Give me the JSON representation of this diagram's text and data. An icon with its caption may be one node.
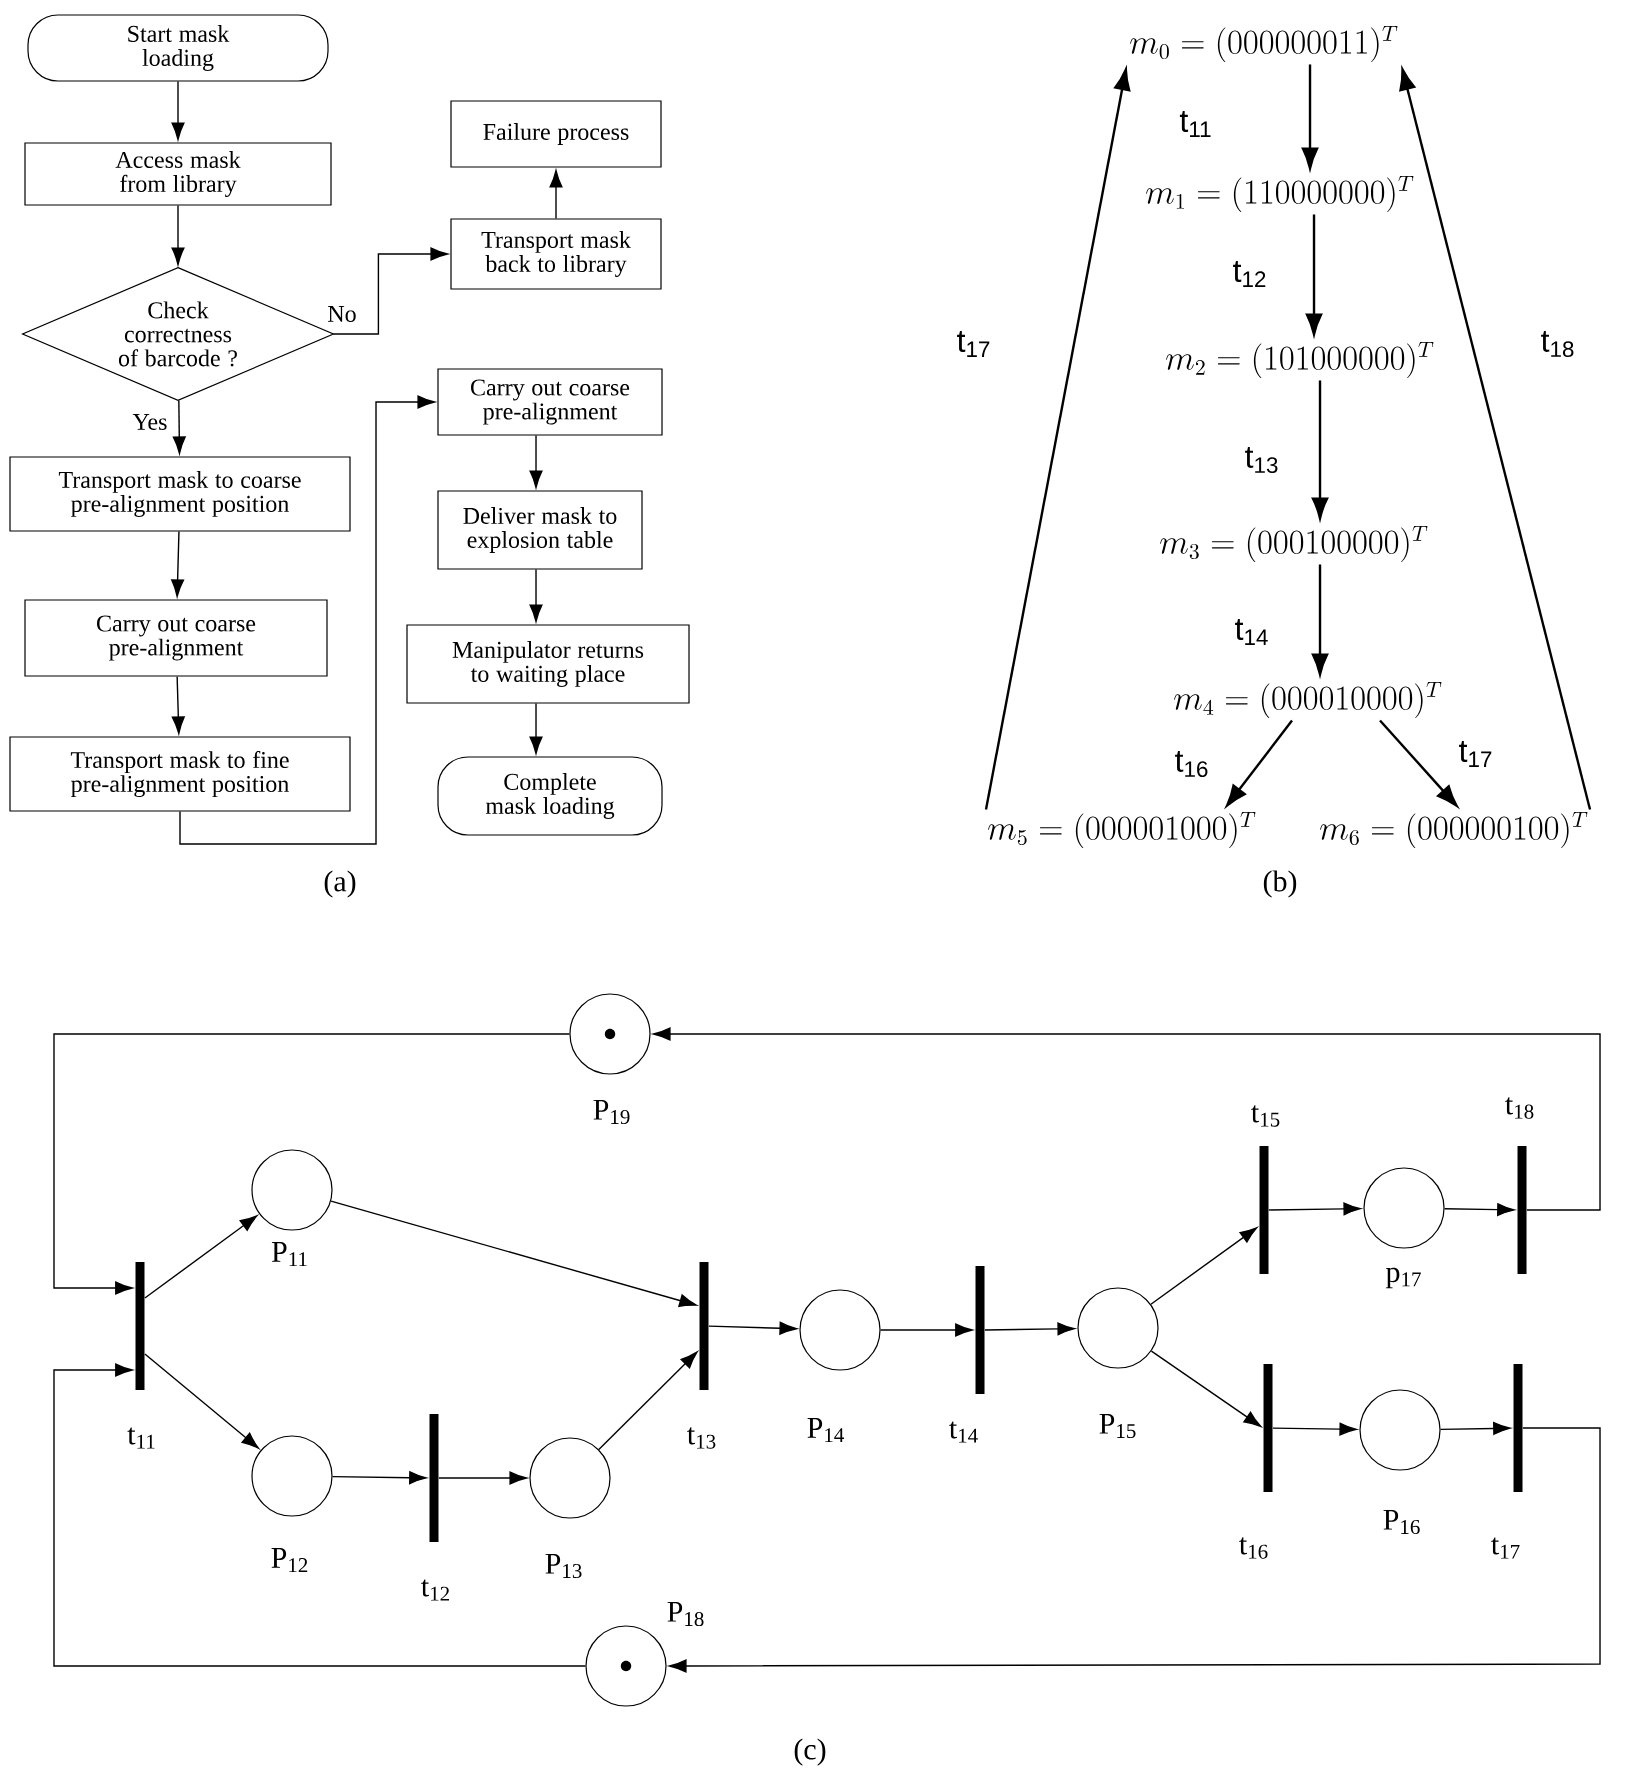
{
  "diagram": {
    "nodes": [
      {
        "text": [
          "Start mask loading"
        ]
      },
      {
        "text": [
          "Access mask from library"
        ]
      },
      {
        "text": [
          "Check correctness of barcode ?"
        ]
      },
      {
        "text": [
          "Failure process"
        ]
      },
      {
        "text": [
          "Transport mask back to library"
        ]
      },
      {
        "text": [
          "Transport mask to coarse pre-alignment position"
        ]
      },
      {
        "text": [
          "Carry out coarse pre-alignment"
        ]
      },
      {
        "text": [
          "Transport mask to fine pre-alignment position"
        ]
      },
      {
        "text": [
          "Carry out coarse pre-alignment"
        ]
      },
      {
        "text": [
          "Deliver mask to explosion table"
        ]
      },
      {
        "text": [
          "Manipulator returns to waiting place"
        ]
      },
      {
        "text": [
          "Complete mask loading"
        ]
      },
      {
        "text": [
          "m_{0} = (000000011)^{T}"
        ]
      },
      {
        "text": [
          "m_{1} = (110000000)^{T}"
        ]
      },
      {
        "text": [
          "m_{2} = (101000000)^{T}"
        ]
      },
      {
        "text": [
          "m_{3} = (000100000)^{T}"
        ]
      },
      {
        "text": [
          "m_{4} = (000010000)^{T}"
        ]
      },
      {
        "text": [
          "m_{5} = (000001000)^{T}"
        ]
      },
      {
        "text": [
          "m_{6} = (000000100)^{T}"
        ]
      },
      {
        "text": [],
        "shape": "circle",
        "beside": [
          "P$_{19}$"
        ]
      },
      {
        "text": [],
        "shape": "bar",
        "beside": [
          "t$_{11}$"
        ]
      },
      {
        "text": [],
        "shape": "circle",
        "beside": [
          "P$_{11}$"
        ]
      },
      {
        "text": [],
        "shape": "circle",
        "beside": [
          "P$_{12}$"
        ]
      },
      {
        "text": [],
        "shape": "bar",
        "beside": [
          "t$_{12}$"
        ]
      },
      {
        "text": [],
        "shape": "circle",
        "beside": [
          "P$_{13}$"
        ]
      },
      {
        "text": [],
        "shape": "bar",
        "beside": [
          "t$_{13}$"
        ]
      },
      {
        "text": [],
        "shape": "circle",
        "beside": [
          "P$_{14}$"
        ]
      },
      {
        "text": [],
        "shape": "bar",
        "beside": [
          "t$_{14}$"
        ]
      },
      {
        "text": [],
        "shape": "circle",
        "beside": [
          "P$_{15}$"
        ]
      },
      {
        "text": [],
        "shape": "bar",
        "beside": [
          "t$_{15}$"
        ]
      },
      {
        "text": [],
        "shape": "circle",
        "beside": [
          "p$_{17}$"
        ]
      },
      {
        "text": [],
        "shape": "bar",
        "beside": [
          "t$_{18}$"
        ]
      },
      {
        "text": [],
        "shape": "bar",
        "beside": [
          "t$_{16}$"
        ]
      },
      {
        "text": [],
        "shape": "circle",
        "beside": [
          "P$_{16}$"
        ]
      },
      {
        "text": [],
        "shape": "bar",
        "beside": [
          "t$_{17}$"
        ]
      },
      {
        "text": [],
        "shape": "circle",
        "beside": [
          "P$_{18}$"
        ]
      }
    ],
    "edges": [
      {
        "from": 0,
        "to": 1,
        "arrow": "to"
      },
      {
        "from": 1,
        "to": 2,
        "arrow": "to"
      },
      {
        "from": 2,
        "to": 4,
        "arrow": "to",
        "label": "No"
      },
      {
        "from": 4,
        "to": 3,
        "arrow": "to"
      },
      {
        "from": 2,
        "to": 5,
        "arrow": "to",
        "label": "Yes"
      },
      {
        "from": 5,
        "to": 6,
        "arrow": "to"
      },
      {
        "from": 6,
        "to": 7,
        "arrow": "to"
      },
      {
        "from": 7,
        "to": 8,
        "arrow": "to"
      },
      {
        "from": 8,
        "to": 9,
        "arrow": "to"
      },
      {
        "from": 9,
        "to": 10,
        "arrow": "to"
      },
      {
        "from": 10,
        "to": 11,
        "arrow": "to"
      },
      {
        "from": 12,
        "to": 13,
        "arrow": "to",
        "label": "t$_{11}$"
      },
      {
        "from": 13,
        "to": 14,
        "arrow": "to",
        "label": "t$_{12}$"
      },
      {
        "from": 14,
        "to": 15,
        "arrow": "to",
        "label": "t$_{13}$"
      },
      {
        "from": 15,
        "to": 16,
        "arrow": "to",
        "label": "t$_{14}$"
      },
      {
        "from": 16,
        "to": 17,
        "arrow": "to",
        "label": "t$_{16}$"
      },
      {
        "from": 16,
        "to": 18,
        "arrow": "to",
        "label": "t$_{17}$"
      },
      {
        "from": 17,
        "to": 12,
        "arrow": "to",
        "label": "t$_{17}$"
      },
      {
        "from": 18,
        "to": 12,
        "arrow": "to",
        "label": "t$_{18}$"
      },
      {
        "from": 20,
        "to": 21,
        "arrow": "to"
      },
      {
        "from": 20,
        "to": 22,
        "arrow": "to"
      },
      {
        "from": 21,
        "to": 25,
        "arrow": "to"
      },
      {
        "from": 22,
        "to": 23,
        "arrow": "to"
      },
      {
        "from": 23,
        "to": 24,
        "arrow": "to"
      },
      {
        "from": 24,
        "to": 25,
        "arrow": "to"
      },
      {
        "from": 25,
        "to": 26,
        "arrow": "to"
      },
      {
        "from": 26,
        "to": 27,
        "arrow": "to"
      },
      {
        "from": 27,
        "to": 28,
        "arrow": "to"
      },
      {
        "from": 28,
        "to": 29,
        "arrow": "to"
      },
      {
        "from": 28,
        "to": 32,
        "arrow": "to"
      },
      {
        "from": 29,
        "to": 30,
        "arrow": "to"
      },
      {
        "from": 30,
        "to": 31,
        "arrow": "to"
      },
      {
        "from": 31,
        "to": 19,
        "arrow": "to"
      },
      {
        "from": 32,
        "to": 33,
        "arrow": "to"
      },
      {
        "from": 33,
        "to": 34,
        "arrow": "to"
      },
      {
        "from": 34,
        "to": 35,
        "arrow": "to"
      },
      {
        "from": 19,
        "to": 20,
        "arrow": "to"
      },
      {
        "from": 35,
        "to": 20,
        "arrow": "to"
      }
    ],
    "labels": [
      "(a)",
      "(b)",
      "(c)"
    ]
  }
}
